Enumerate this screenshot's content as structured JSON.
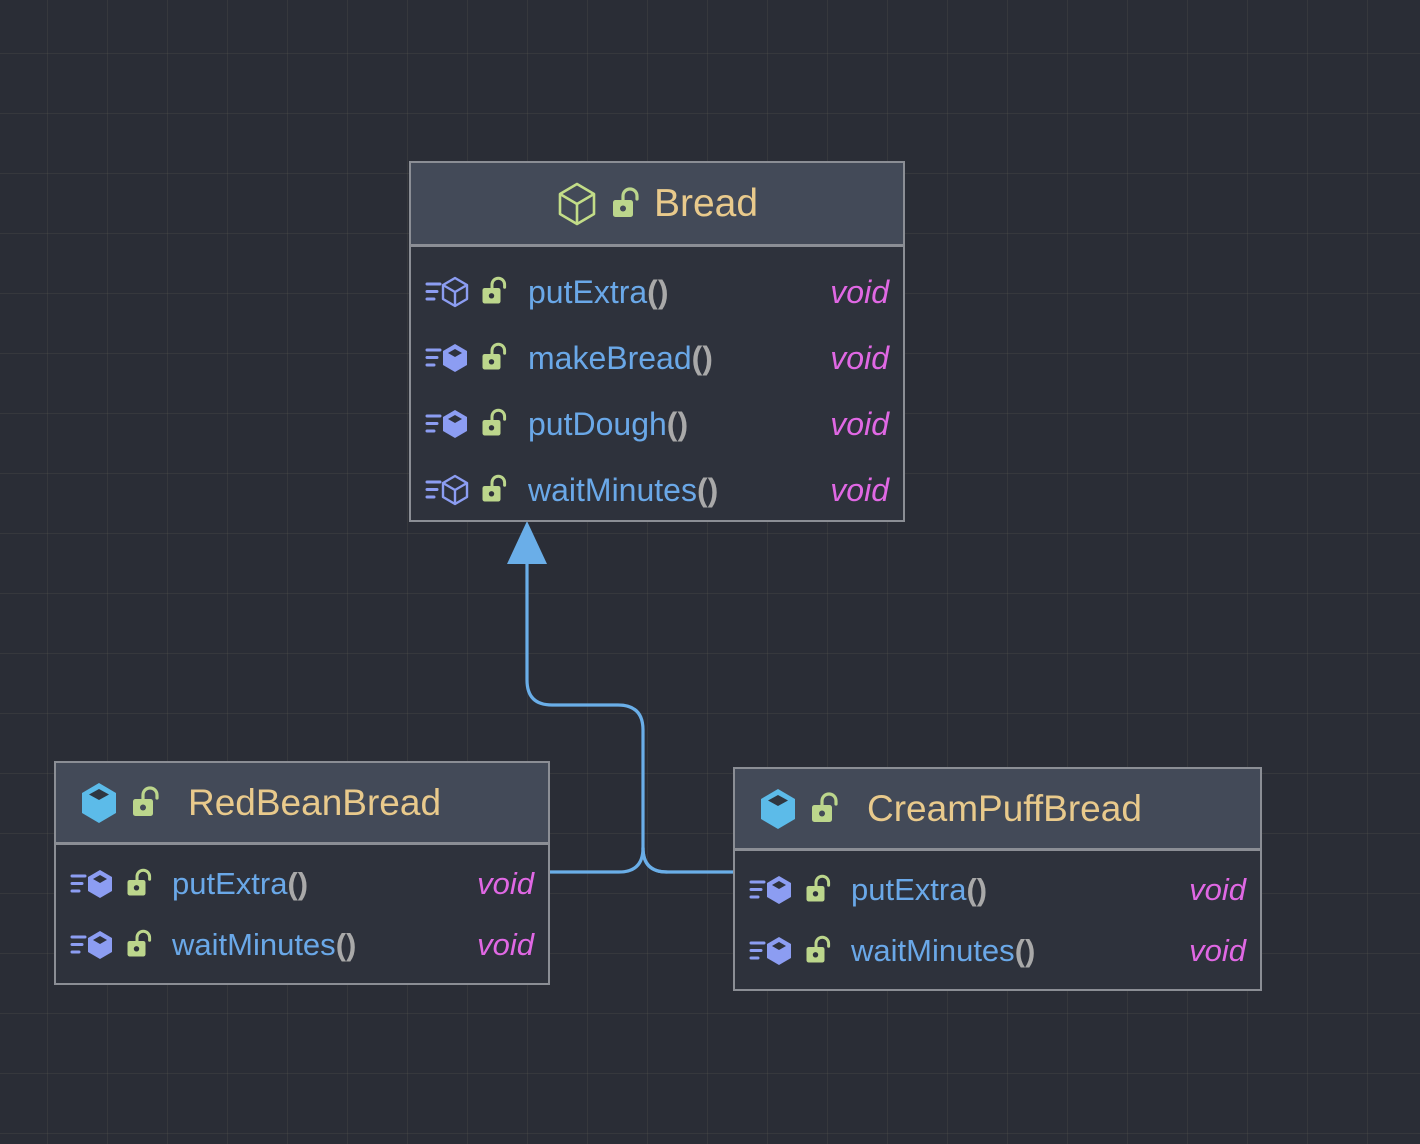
{
  "diagram": {
    "type": "uml-class-diagram",
    "background": "#2a2d36",
    "grid_color": "#3a3c39",
    "grid_spacing": 60,
    "relationship": "generalization",
    "edge_color": "#6aaee8"
  },
  "palette": {
    "class_name": "#e9ca8c",
    "method_name": "#6aa8e8",
    "parens": "#a9a9a9",
    "return_type": "#e068e4",
    "box_border": "#8b8e95",
    "header_bg": "#434a58",
    "body_bg": "#2e323c",
    "abstract_cube": "#c3dd88",
    "concrete_cube": "#5cbbe9",
    "method_cube": "#8c9df2",
    "lock": "#bcd68c"
  },
  "classes": [
    {
      "id": "bread",
      "name": "Bread",
      "stereotype": "abstract-class",
      "class_icon": "abstract-class-cube-icon",
      "visibility_icon": "unlocked-padlock-icon",
      "visibility": "public",
      "members": [
        {
          "name": "putExtra",
          "parens": "()",
          "type": "void",
          "icon": "abstract-method-cube-icon",
          "abstract": true,
          "lock": "unlocked-padlock-icon"
        },
        {
          "name": "makeBread",
          "parens": "()",
          "type": "void",
          "icon": "method-cube-icon",
          "abstract": false,
          "lock": "unlocked-padlock-icon"
        },
        {
          "name": "putDough",
          "parens": "()",
          "type": "void",
          "icon": "method-cube-icon",
          "abstract": false,
          "lock": "unlocked-padlock-icon"
        },
        {
          "name": "waitMinutes",
          "parens": "()",
          "type": "void",
          "icon": "abstract-method-cube-icon",
          "abstract": true,
          "lock": "unlocked-padlock-icon"
        }
      ]
    },
    {
      "id": "redbean",
      "name": "RedBeanBread",
      "stereotype": "class",
      "class_icon": "class-cube-icon",
      "visibility_icon": "unlocked-padlock-icon",
      "visibility": "public",
      "members": [
        {
          "name": "putExtra",
          "parens": "()",
          "type": "void",
          "icon": "method-cube-icon",
          "abstract": false,
          "lock": "unlocked-padlock-icon"
        },
        {
          "name": "waitMinutes",
          "parens": "()",
          "type": "void",
          "icon": "method-cube-icon",
          "abstract": false,
          "lock": "unlocked-padlock-icon"
        }
      ]
    },
    {
      "id": "creampuff",
      "name": "CreamPuffBread",
      "stereotype": "class",
      "class_icon": "class-cube-icon",
      "visibility_icon": "unlocked-padlock-icon",
      "visibility": "public",
      "members": [
        {
          "name": "putExtra",
          "parens": "()",
          "type": "void",
          "icon": "method-cube-icon",
          "abstract": false,
          "lock": "unlocked-padlock-icon"
        },
        {
          "name": "waitMinutes",
          "parens": "()",
          "type": "void",
          "icon": "method-cube-icon",
          "abstract": false,
          "lock": "unlocked-padlock-icon"
        }
      ]
    }
  ],
  "edges": [
    {
      "from": "redbean",
      "to": "bread",
      "kind": "generalization",
      "arrow": "hollow-up-triangle"
    },
    {
      "from": "creampuff",
      "to": "bread",
      "kind": "generalization",
      "arrow": "hollow-up-triangle"
    }
  ]
}
